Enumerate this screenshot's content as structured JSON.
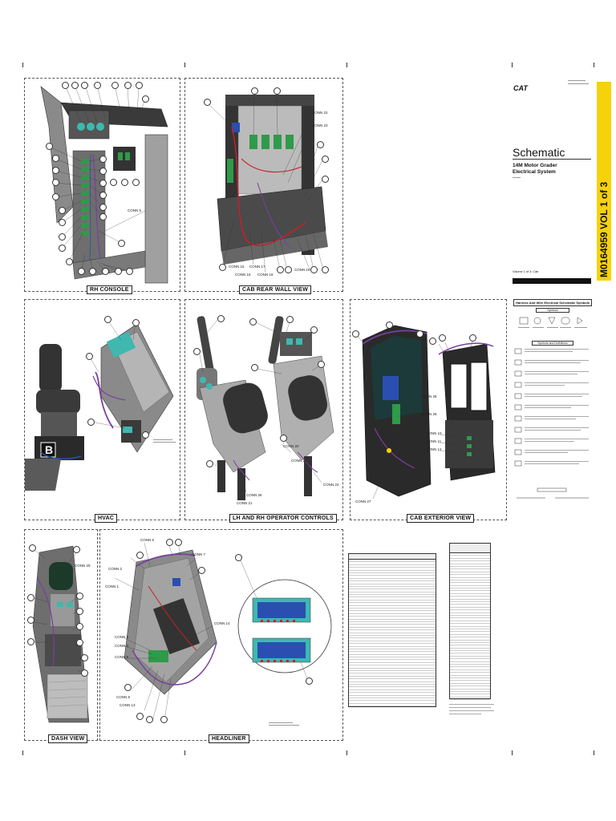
{
  "brand": {
    "logo_text": "CAT"
  },
  "cover": {
    "title": "Schematic",
    "subtitle_line1": "14M Motor Grader",
    "subtitle_line2": "Electrical System",
    "volume_note": "Volume 1 of 3: Cab",
    "vertical_title": "M0164959 VOL 1 of 3"
  },
  "panels": {
    "rh_console": {
      "label": "RH CONSOLE",
      "connectors": [
        "CONN 5"
      ]
    },
    "cab_rear_wall": {
      "label": "CAB REAR WALL VIEW",
      "connectors": [
        "CONN 22",
        "CONN 23",
        "CONN 15",
        "CONN 16",
        "CONN 17",
        "CONN 18",
        "CONN 19"
      ]
    },
    "hvac": {
      "label": "HVAC"
    },
    "operator_controls": {
      "label": "LH AND RH OPERATOR CONTROLS",
      "connectors": [
        "CONN 20",
        "CONN 21",
        "CONN 24",
        "CONN 25",
        "CONN 26"
      ]
    },
    "cab_exterior": {
      "label": "CAB EXTERIOR VIEW",
      "connectors": [
        "CONN 28",
        "CONN 26",
        "CONN 27",
        "CONN 10",
        "CONN 11",
        "CONN 12"
      ]
    },
    "dash": {
      "label": "DASH VIEW",
      "connectors": [
        "CONN 29"
      ]
    },
    "headliner": {
      "label": "HEADLINER",
      "connectors": [
        "CONN 6",
        "CONN 7",
        "CONN 2",
        "CONN 1",
        "CONN 3",
        "CONN 4",
        "CONN 8",
        "CONN 9",
        "CONN 13",
        "CONN 14"
      ]
    }
  },
  "legend": {
    "title": "Harness And Wire Electrical Schematic Symbols",
    "symbols_header": "Symbols",
    "symbols_definitions_header": "Symbols and Definitions"
  },
  "colors": {
    "accent_yellow": "#f5d20a",
    "harness_purple": "#7a3fa0",
    "harness_red": "#c8202a",
    "component_teal": "#3fb8b0",
    "component_green": "#2f9a4a",
    "component_blue": "#2a4fb0",
    "machine_gray": "#8a8a8a",
    "machine_dark": "#3a3a3a"
  }
}
